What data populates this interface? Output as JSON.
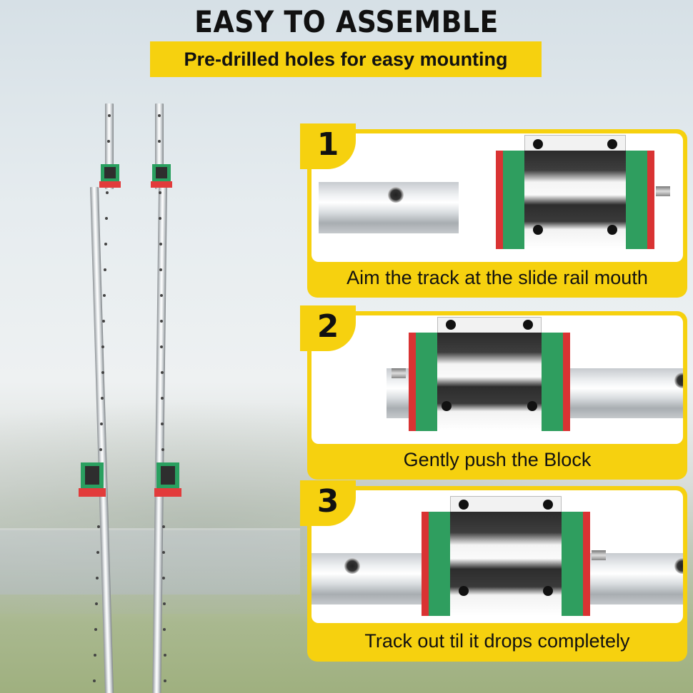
{
  "header": {
    "title": "EASY TO ASSEMBLE",
    "subtitle": "Pre-drilled holes for easy mounting"
  },
  "steps": [
    {
      "number": "1",
      "caption": "Aim the track at the slide rail mouth"
    },
    {
      "number": "2",
      "caption": "Gently push the Block"
    },
    {
      "number": "3",
      "caption": "Track out til it drops completely"
    }
  ],
  "colors": {
    "accent_yellow": "#f6d10f",
    "block_green": "#2f9e5f",
    "endcap_red": "#d93333",
    "text": "#111111"
  }
}
